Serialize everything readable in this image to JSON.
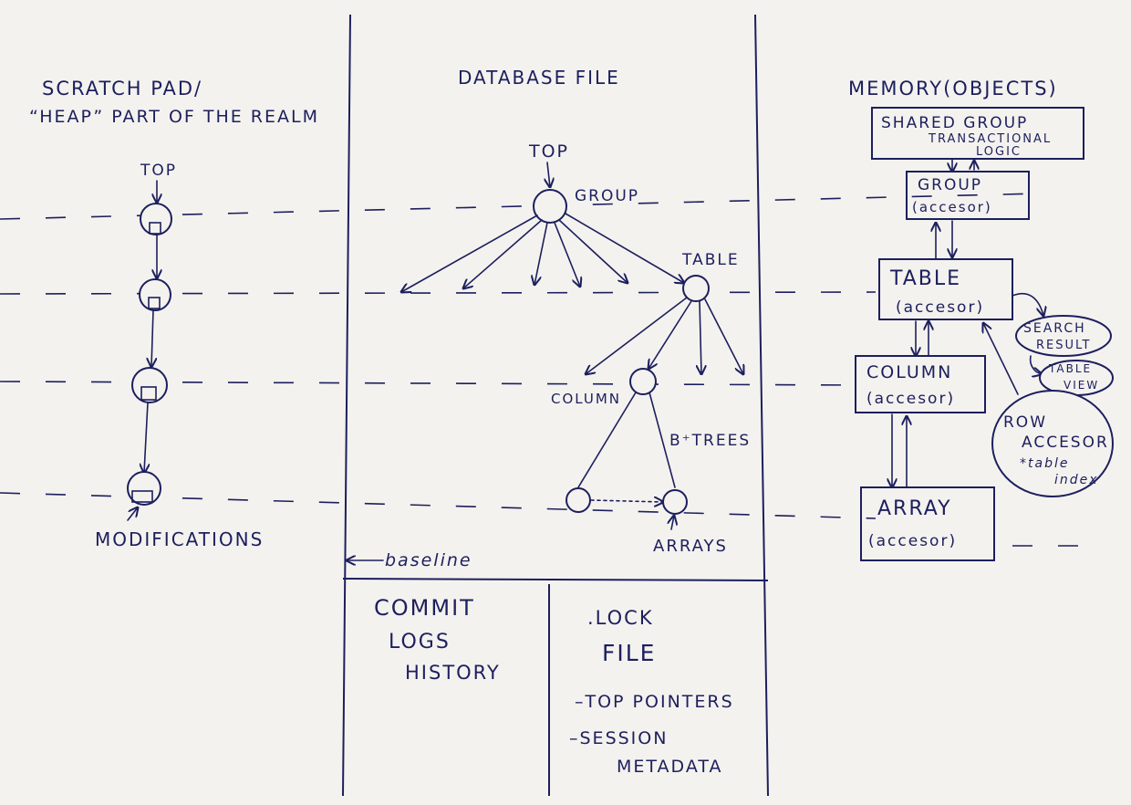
{
  "colors": {
    "ink": "#1c1f5e",
    "paper": "#f4f2ee"
  },
  "scratch": {
    "title_line1": "SCRATCH PAD/",
    "title_line2": "“HEAP” PART OF THE REALM",
    "top_label": "TOP",
    "modifications_label": "MODIFICATIONS"
  },
  "database": {
    "title": "DATABASE FILE",
    "top_label": "TOP",
    "group_label": "GROUP",
    "table_label": "TABLE",
    "column_label": "COLUMN",
    "btrees_label": "B⁺TREES",
    "arrays_label": "ARRAYS",
    "baseline_label": "baseline"
  },
  "commit": {
    "line1": "COMMIT",
    "line2": "LOGS",
    "line3": "HISTORY"
  },
  "lockfile": {
    "line1": ".LOCK",
    "line2": "FILE",
    "item1": "–TOP POINTERS",
    "item2_line1": "–SESSION",
    "item2_line2": "METADATA"
  },
  "memory": {
    "title": "MEMORY(OBJECTS)",
    "shared_group_line1": "SHARED GROUP",
    "shared_group_line2": "TRANSACTIONAL",
    "shared_group_line3": "LOGIC",
    "group_name": "GROUP",
    "group_sub": "(accesor)",
    "table_name": "TABLE",
    "table_sub": "(accesor)",
    "column_name": "COLUMN",
    "column_sub": "(accesor)",
    "array_name": "ARRAY",
    "array_sub": "(accesor)",
    "search_line1": "SEARCH",
    "search_line2": "RESULT",
    "tableview_line1": "TABLE",
    "tableview_line2": "VIEW",
    "row_line1": "ROW",
    "row_line2": "ACCESOR",
    "row_line3": "*table",
    "row_line4": "index"
  }
}
